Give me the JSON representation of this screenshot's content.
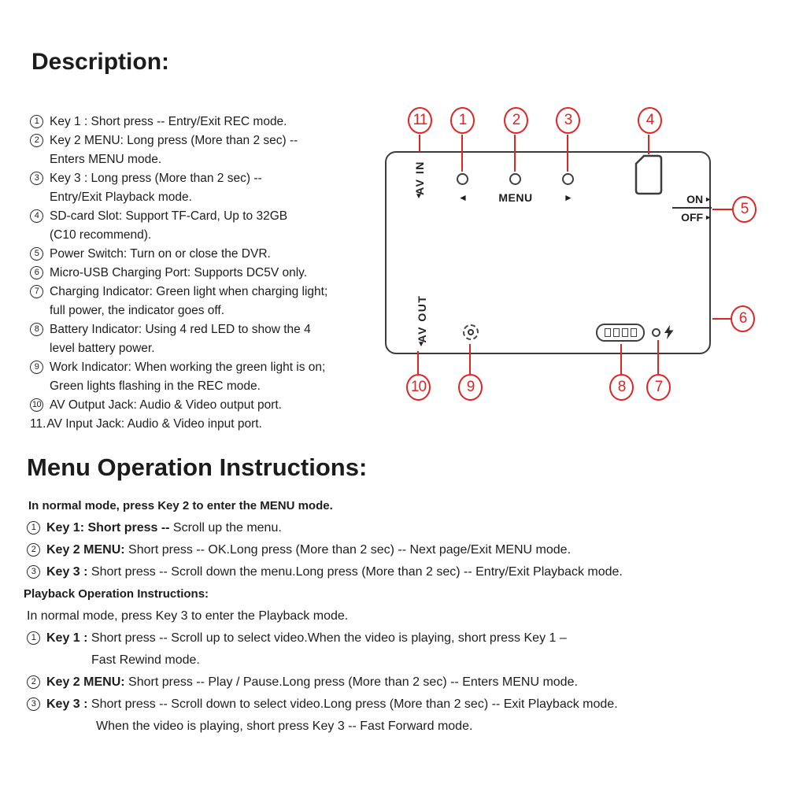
{
  "colors": {
    "accent_red": "#e02424",
    "ink": "#1d1d1d",
    "outline": "#3c3c3c"
  },
  "description": {
    "title": "Description:",
    "items": [
      {
        "n": "1",
        "text": "Key 1 : Short press -- Entry/Exit REC mode."
      },
      {
        "n": "2",
        "text": "Key 2 MENU: Long press (More than 2 sec) --",
        "text2": "Enters MENU mode."
      },
      {
        "n": "3",
        "text": "Key 3 : Long press (More than 2 sec) --",
        "text2": "Entry/Exit Playback mode."
      },
      {
        "n": "4",
        "text": "SD-card Slot: Support TF-Card, Up to 32GB",
        "text2": "(C10 recommend)."
      },
      {
        "n": "5",
        "text": "Power Switch: Turn on or close the DVR."
      },
      {
        "n": "6",
        "text": "Micro-USB Charging Port: Supports DC5V only."
      },
      {
        "n": "7",
        "text": "Charging Indicator: Green light when charging light;",
        "text2": "full power, the indicator goes off."
      },
      {
        "n": "8",
        "text": "Battery Indicator: Using 4 red LED to show the 4",
        "text2": "level battery power."
      },
      {
        "n": "9",
        "text": "Work Indicator: When working the green light is on;",
        "text2": "Green lights flashing in the REC mode."
      },
      {
        "n": "10",
        "text": "AV Output Jack: Audio & Video output port."
      },
      {
        "n": "11.",
        "text": "AV Input Jack: Audio & Video input port."
      }
    ]
  },
  "diagram": {
    "device": {
      "av_in": "AV IN",
      "av_out": "AV OUT",
      "jack_arrow": "▼",
      "btn_left": "◄",
      "btn_menu": "MENU",
      "btn_right": "►",
      "on": "ON",
      "off": "OFF",
      "switch_arrow": "►"
    },
    "callouts": [
      "11",
      "1",
      "2",
      "3",
      "4",
      "5",
      "6",
      "10",
      "9",
      "8",
      "7"
    ]
  },
  "menu": {
    "title": "Menu Operation Instructions:",
    "intro": "In normal mode, press Key 2 to enter the MENU mode.",
    "items": [
      {
        "n": "1",
        "bold": "Key 1: Short press --",
        "text": " Scroll up the menu."
      },
      {
        "n": "2",
        "bold": "Key 2 MENU:",
        "text": " Short press -- OK.Long press (More than 2 sec) -- Next page/Exit MENU mode."
      },
      {
        "n": "3",
        "bold": "Key 3 :",
        "text": " Short press -- Scroll down the menu.Long press (More than 2 sec) -- Entry/Exit Playback mode."
      }
    ],
    "playback_title": "Playback Operation Instructions:",
    "playback_intro": "In normal mode, press Key 3 to enter the Playback mode.",
    "playback_items": [
      {
        "n": "1",
        "bold": "Key 1 :",
        "text": " Short press -- Scroll up to select video.When the video is playing, short press Key 1 –",
        "text2": "Fast Rewind mode."
      },
      {
        "n": "2",
        "bold": "Key 2 MENU:",
        "text": " Short press -- Play / Pause.Long press (More than 2 sec) -- Enters MENU mode."
      },
      {
        "n": "3",
        "bold": "Key 3 :",
        "text": " Short press -- Scroll down to select video.Long press (More than 2 sec) -- Exit Playback mode.",
        "text2": "When the video is playing, short press Key 3 -- Fast Forward mode."
      }
    ]
  }
}
